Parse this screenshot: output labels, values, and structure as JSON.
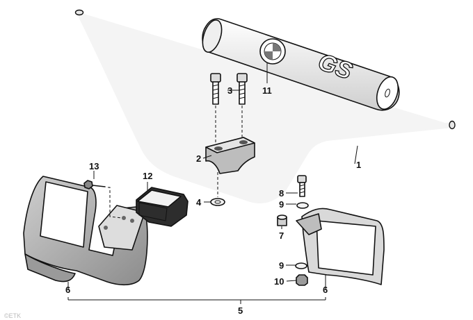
{
  "callouts": {
    "c1": "1",
    "c2": "2",
    "c3": "3",
    "c4": "4",
    "c5": "5",
    "c6a": "6",
    "c6b": "6",
    "c7": "7",
    "c8": "8",
    "c9a": "9",
    "c9b": "9",
    "c10": "10",
    "c11": "11",
    "c12": "12",
    "c13": "13"
  },
  "pad_logo": "GS",
  "watermark": "©ETK",
  "colors": {
    "line": "#111111",
    "shade_light": "#dddddd",
    "shade_mid": "#bcbcbc",
    "shade_dark": "#8a8a8a"
  }
}
